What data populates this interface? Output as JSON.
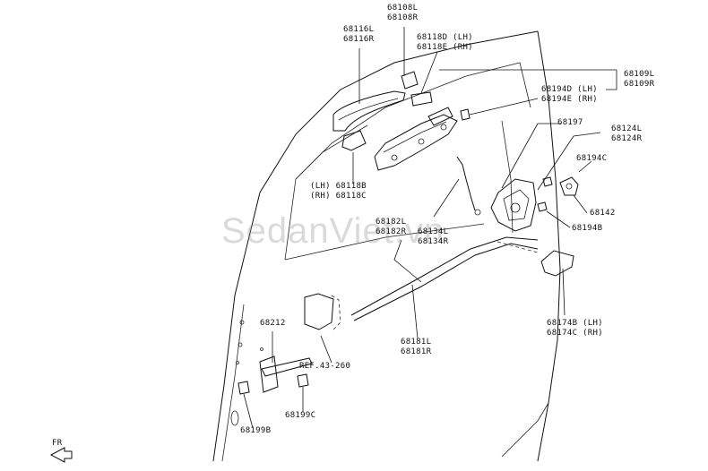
{
  "watermark": "SedanViet.vn",
  "labels": {
    "p68108": "68108L\n68108R",
    "p68116": "68116L\n68116R",
    "p68118de": "68118D (LH)\n68118E (RH)",
    "p68109": "68109L\n68109R",
    "p68194de": "68194D (LH)\n68194E (RH)",
    "p68197": "68197",
    "p68124": "68124L\n68124R",
    "p68194c": "68194C",
    "p68142": "68142",
    "p68194b": "68194B",
    "p68118bc": "(LH) 68118B\n(RH) 68118C",
    "p68182": "68182L\n68182R",
    "p68134": "68134L\n68134R",
    "p68212": "68212",
    "ref": "REF.43-260",
    "p68181": "68181L\n68181R",
    "p68174": "68174B (LH)\n68174C (RH)",
    "p68199c": "68199C",
    "p68199b": "68199B",
    "fr": "FR"
  }
}
